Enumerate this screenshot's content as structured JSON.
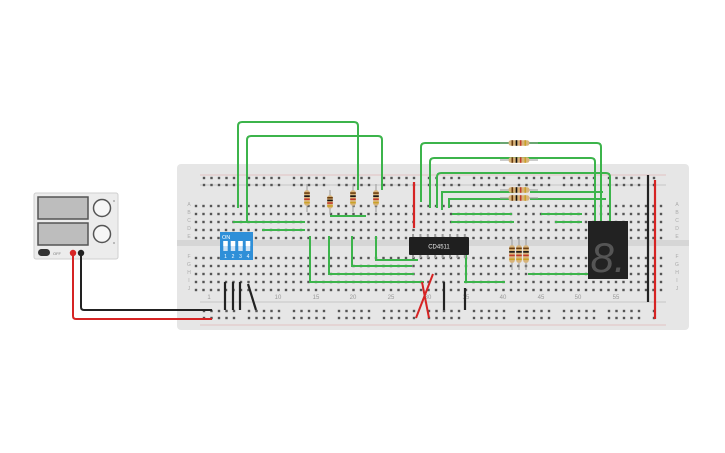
{
  "breadboard": {
    "column_numbers": [
      "1",
      "10",
      "15",
      "20",
      "25",
      "30",
      "35",
      "40",
      "45",
      "50",
      "55"
    ],
    "row_letters_top": [
      "A",
      "B",
      "C",
      "D",
      "E"
    ],
    "row_letters_bottom": [
      "F",
      "G",
      "H",
      "I",
      "J"
    ]
  },
  "ic": {
    "label": "CD4511"
  },
  "dip_switch": {
    "header": "ON",
    "numbers": [
      "1",
      "2",
      "3",
      "4"
    ]
  },
  "display": {
    "digit": "8."
  },
  "power_supply": {
    "switch_label": "OFF"
  },
  "colors": {
    "board": "#e6e6e6",
    "wire_green": "#3cb44b",
    "wire_red": "#d62424",
    "wire_black": "#222222",
    "dip_blue": "#2f8fd8",
    "ic_body": "#1f1f1f",
    "display_body": "#222222"
  }
}
